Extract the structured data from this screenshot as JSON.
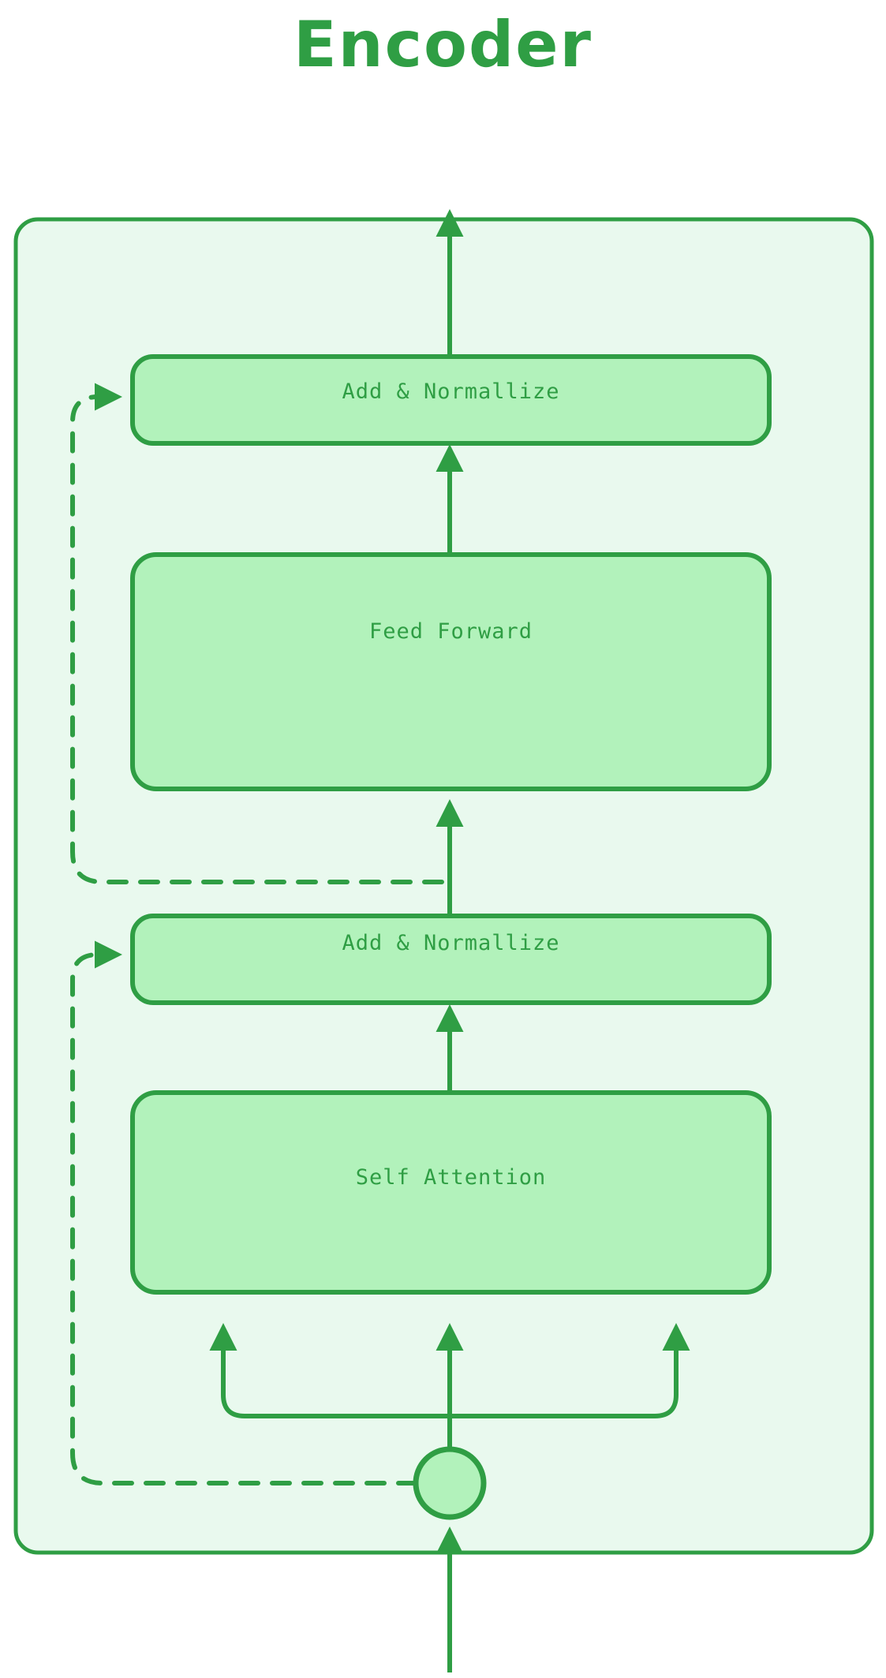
{
  "title": "Encoder",
  "theme": {
    "stroke": "#2f9e44",
    "outer_fill": "#e9f9ee",
    "node_fill": "#b2f2bb",
    "text": "#2f9e44",
    "page_bg": "#ffffff"
  },
  "container": {
    "name": "Encoder block",
    "label": ""
  },
  "nodes": [
    {
      "id": "add-norm-top",
      "label": "Add & Normallize",
      "shape": "rounded-rect"
    },
    {
      "id": "feed-forward",
      "label": "Feed Forward",
      "shape": "rounded-rect"
    },
    {
      "id": "add-norm-bottom",
      "label": "Add & Normallize",
      "shape": "rounded-rect"
    },
    {
      "id": "self-attention",
      "label": "Self Attention",
      "shape": "rounded-rect"
    },
    {
      "id": "split-node",
      "label": "",
      "shape": "circle"
    }
  ],
  "edges": [
    {
      "from": "encoder-input",
      "to": "split-node",
      "style": "solid",
      "arrow": true
    },
    {
      "from": "split-node",
      "to": "self-attention",
      "style": "solid",
      "arrow": true,
      "branches": 3
    },
    {
      "from": "self-attention",
      "to": "add-norm-bottom",
      "style": "solid",
      "arrow": true
    },
    {
      "from": "split-node",
      "to": "add-norm-bottom",
      "style": "dashed",
      "arrow": true,
      "kind": "residual"
    },
    {
      "from": "add-norm-bottom",
      "to": "feed-forward",
      "style": "solid",
      "arrow": true
    },
    {
      "from": "add-norm-bottom",
      "to": "add-norm-top",
      "style": "dashed",
      "arrow": true,
      "kind": "residual"
    },
    {
      "from": "feed-forward",
      "to": "add-norm-top",
      "style": "solid",
      "arrow": true
    },
    {
      "from": "add-norm-top",
      "to": "encoder-output",
      "style": "solid",
      "arrow": true
    }
  ]
}
